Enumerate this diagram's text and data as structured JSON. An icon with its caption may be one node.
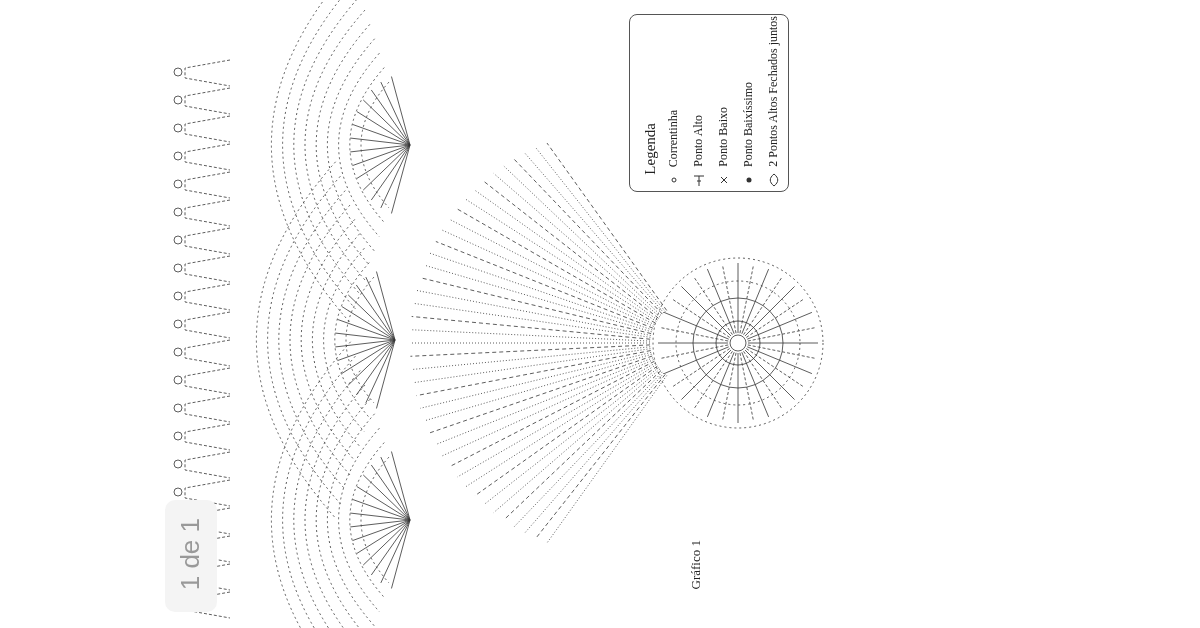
{
  "diagram": {
    "caption": "Gráfico 1",
    "labels": [
      "1 de 1",
      "Legenda"
    ],
    "legend": [
      {
        "text": "Correntinha"
      },
      {
        "text": "Ponto Alto"
      },
      {
        "text": "Ponto Baixo"
      },
      {
        "text": "Ponto Baixíssimo"
      },
      {
        "text": "2 Pontos Altos Fechados juntos"
      }
    ]
  }
}
